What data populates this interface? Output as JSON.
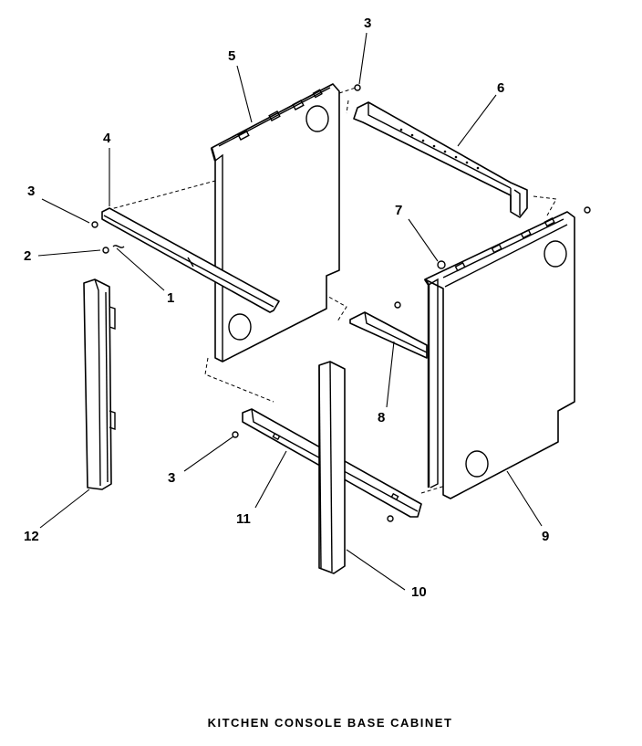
{
  "caption": "KITCHEN CONSOLE BASE CABINET",
  "callouts": {
    "c1": "1",
    "c2": "2",
    "c3a": "3",
    "c3b": "3",
    "c3c": "3",
    "c4": "4",
    "c5": "5",
    "c6": "6",
    "c7": "7",
    "c8": "8",
    "c9": "9",
    "c10": "10",
    "c11": "11",
    "c12": "12"
  }
}
